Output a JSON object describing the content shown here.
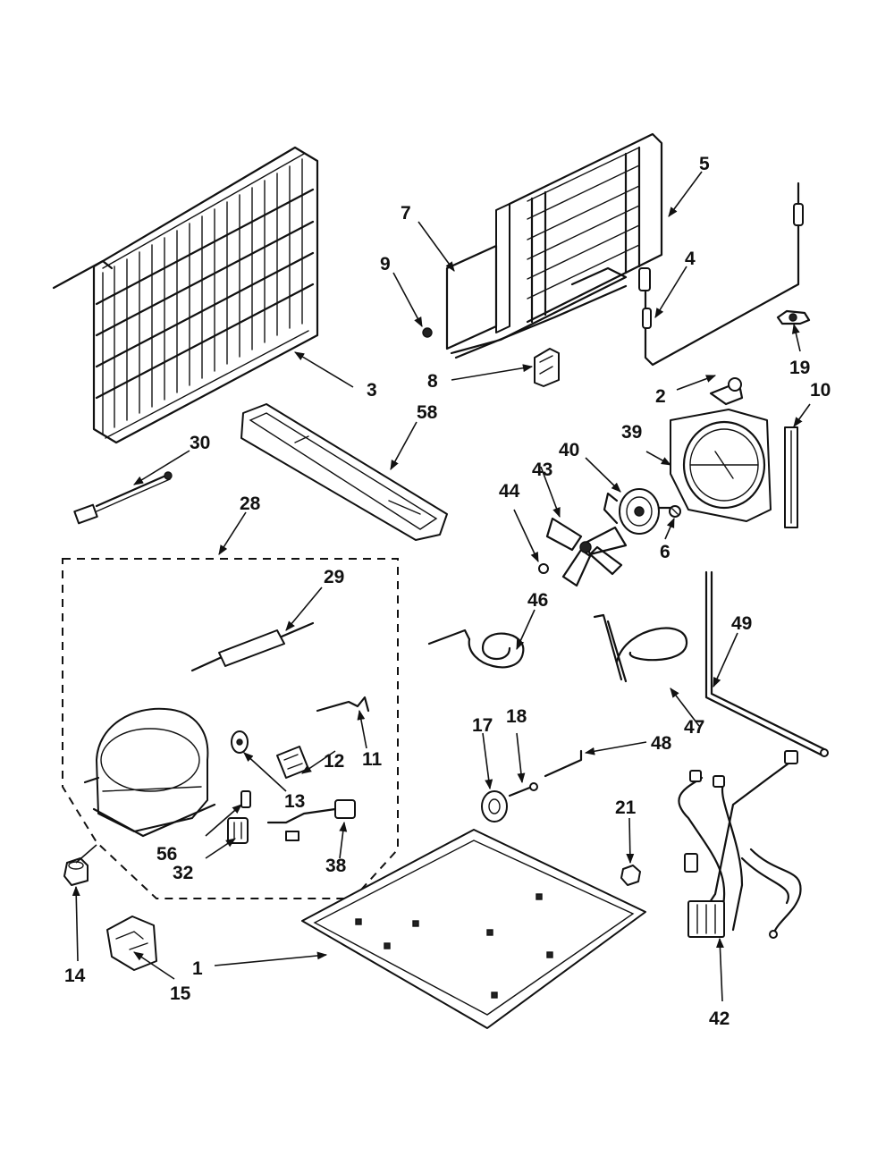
{
  "callouts": {
    "c1": "1",
    "c2": "2",
    "c3": "3",
    "c4": "4",
    "c5": "5",
    "c6": "6",
    "c7": "7",
    "c8": "8",
    "c9": "9",
    "c10": "10",
    "c11": "11",
    "c12": "12",
    "c13": "13",
    "c14": "14",
    "c15": "15",
    "c17": "17",
    "c18": "18",
    "c19": "19",
    "c21": "21",
    "c28": "28",
    "c29": "29",
    "c30": "30",
    "c32": "32",
    "c38": "38",
    "c39": "39",
    "c40": "40",
    "c42": "42",
    "c43": "43",
    "c44": "44",
    "c46": "46",
    "c47": "47",
    "c48": "48",
    "c49": "49",
    "c56": "56",
    "c58": "58"
  }
}
